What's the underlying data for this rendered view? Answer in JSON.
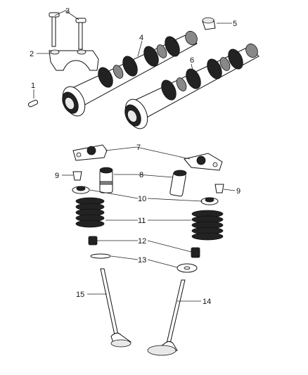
{
  "callouts": [
    {
      "id": "1",
      "part": "dowel-pin"
    },
    {
      "id": "2",
      "part": "camshaft-bearing-cap"
    },
    {
      "id": "3",
      "part": "bearing-cap-bolts"
    },
    {
      "id": "4",
      "part": "intake-camshaft"
    },
    {
      "id": "5",
      "part": "camshaft-plug"
    },
    {
      "id": "6",
      "part": "exhaust-camshaft"
    },
    {
      "id": "7",
      "part": "rocker-arm"
    },
    {
      "id": "8",
      "part": "hydraulic-lash-adjuster"
    },
    {
      "id": "9",
      "part": "valve-keeper"
    },
    {
      "id": "10",
      "part": "valve-spring-retainer"
    },
    {
      "id": "11",
      "part": "valve-spring"
    },
    {
      "id": "12",
      "part": "valve-stem-seal"
    },
    {
      "id": "13",
      "part": "spring-seat-washer"
    },
    {
      "id": "14",
      "part": "exhaust-valve"
    },
    {
      "id": "15",
      "part": "intake-valve"
    }
  ]
}
